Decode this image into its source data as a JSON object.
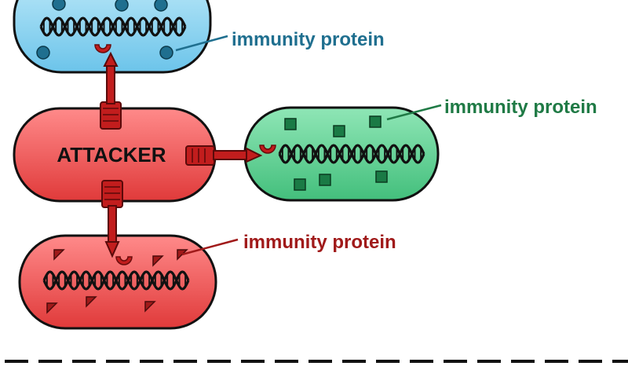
{
  "attacker": {
    "label": "ATTACKER",
    "fill": "#ef4b4b"
  },
  "cells": [
    {
      "id": "blue",
      "label": "immunity protein",
      "fill": "#8fd6f2",
      "label_color": "#1f6f8f",
      "protein_shape": "circle",
      "protein_color": "#1f6f8f"
    },
    {
      "id": "green",
      "label": "immunity protein",
      "fill": "#5ccf8e",
      "label_color": "#1f7a45",
      "protein_shape": "square",
      "protein_color": "#1a7a45"
    },
    {
      "id": "red",
      "label": "immunity protein",
      "fill": "#ef4b4b",
      "label_color": "#a01a1a",
      "protein_shape": "triangle",
      "protein_color": "#a01a1a"
    }
  ],
  "needle_color": "#c21d1d",
  "divider": "dashed"
}
